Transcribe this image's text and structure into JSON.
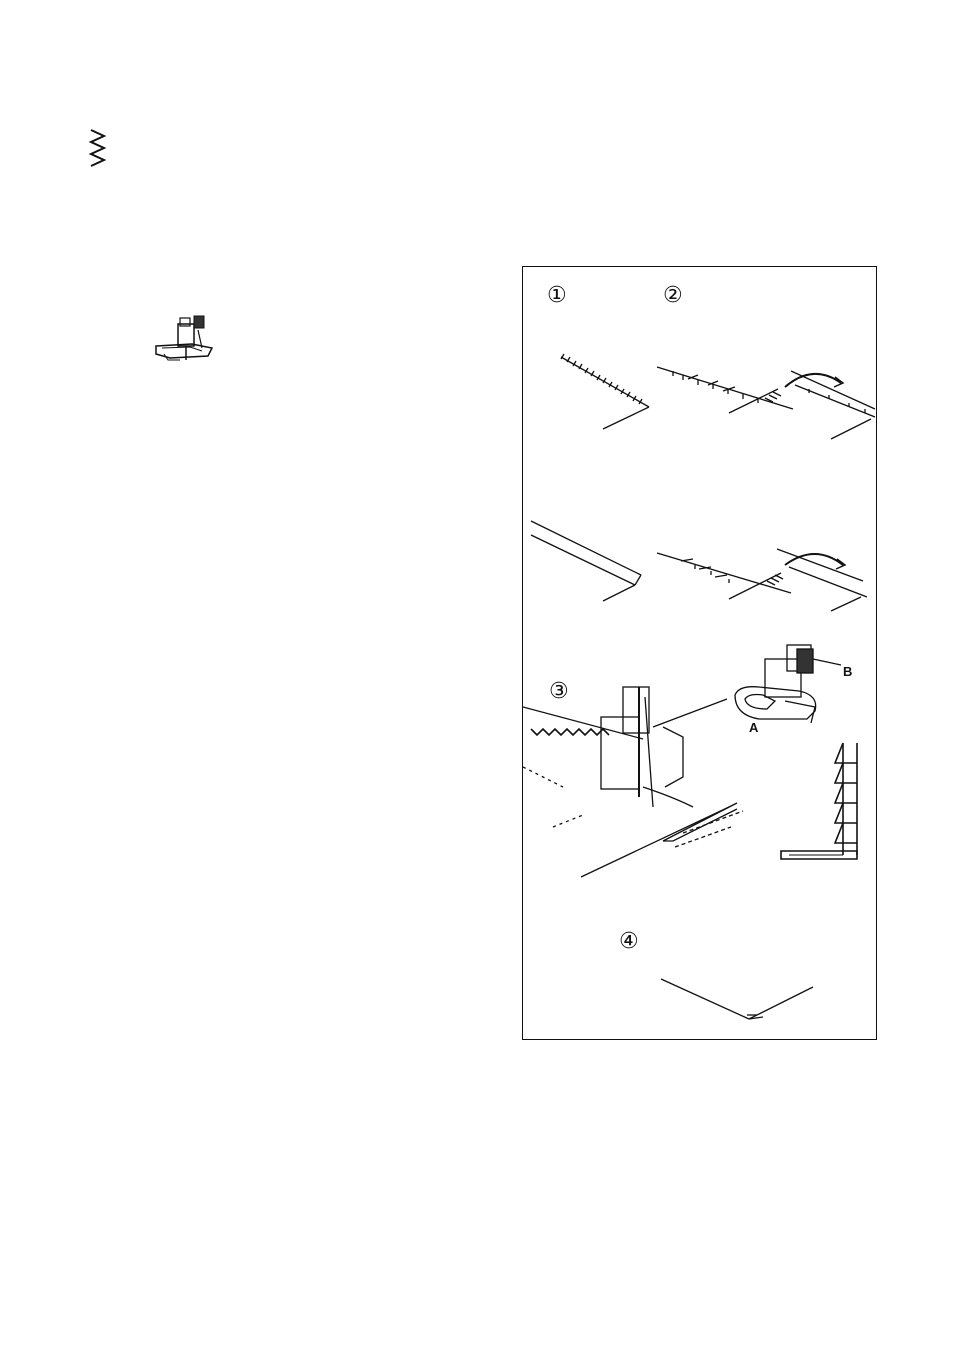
{
  "page": {
    "stitch_symbol_icon": "zigzag-stitch-icon",
    "presser_foot_icon": "blind-hem-foot-icon"
  },
  "diagram": {
    "steps": [
      {
        "number": "①"
      },
      {
        "number": "②"
      },
      {
        "number": "③"
      },
      {
        "number": "④"
      }
    ],
    "part_labels": {
      "a": "A",
      "b": "B"
    }
  }
}
